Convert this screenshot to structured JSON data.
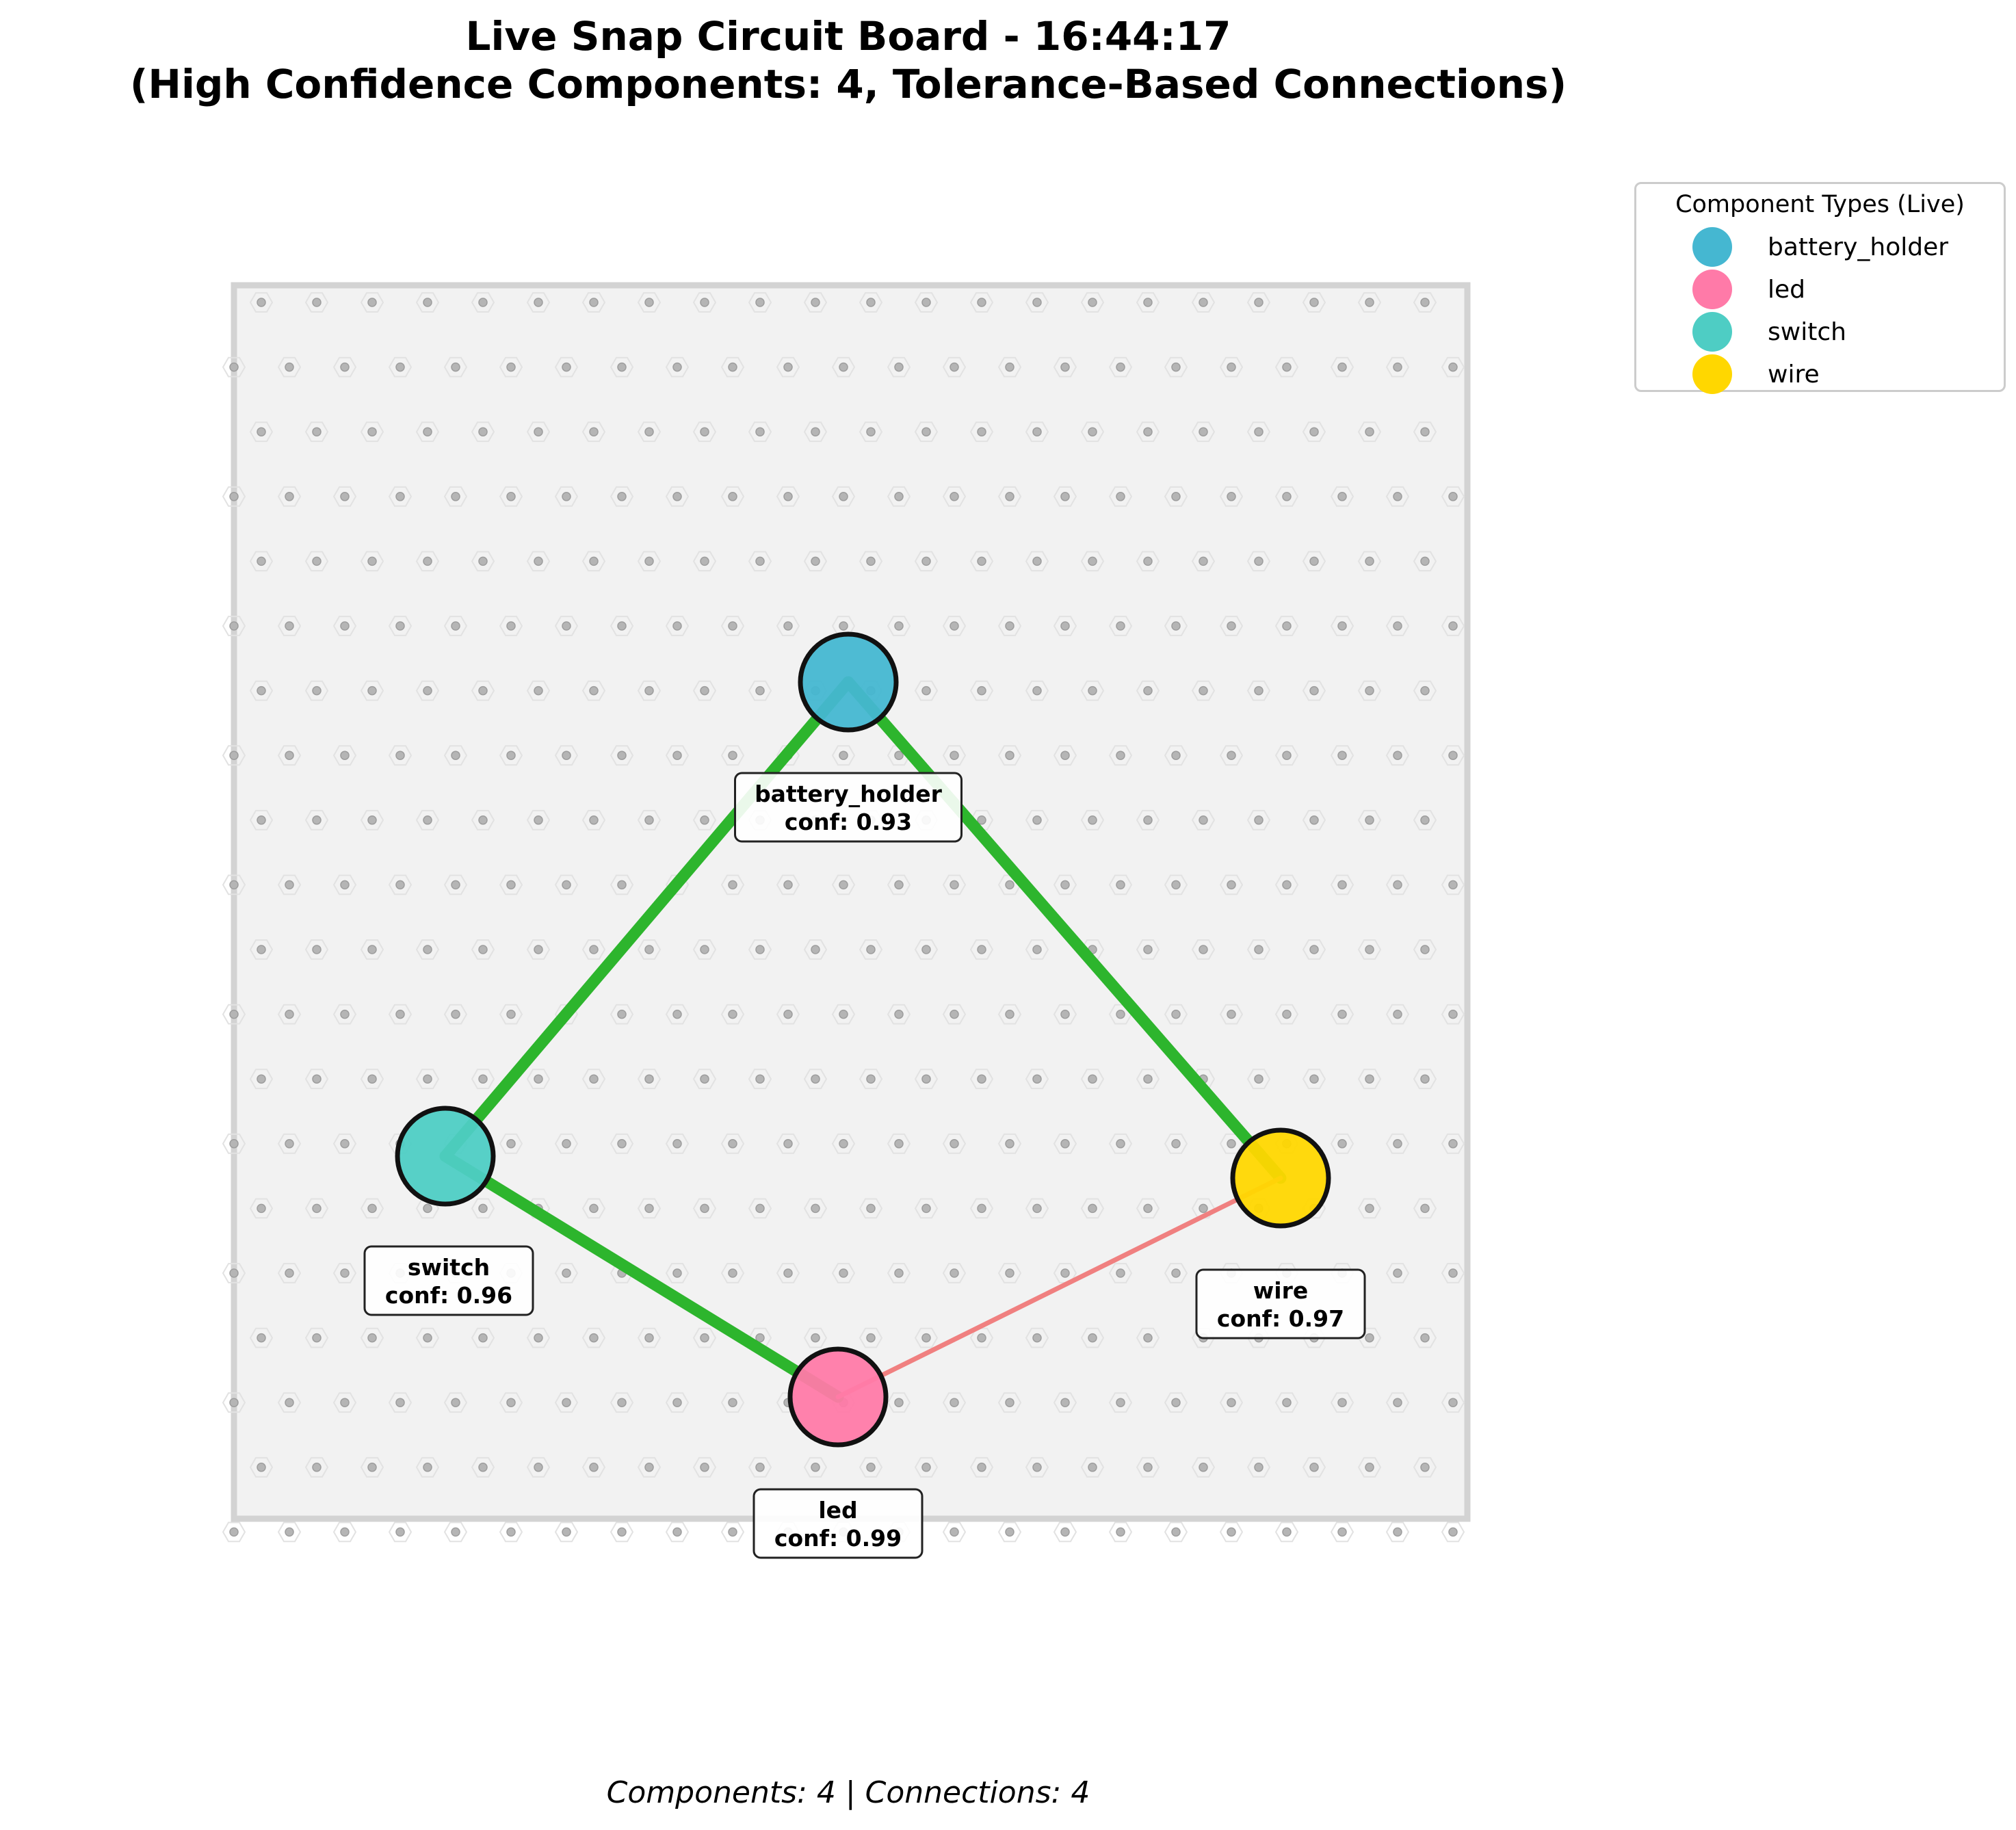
{
  "title": {
    "line1": "Live Snap Circuit Board - 16:44:17",
    "line2": "(High Confidence Components: 4, Tolerance-Based Connections)"
  },
  "footer": "Components: 4 | Connections: 4",
  "legend": {
    "title": "Component Types (Live)",
    "items": [
      {
        "label": "battery_holder",
        "color": "#45B7D1"
      },
      {
        "label": "led",
        "color": "#FF7AA8"
      },
      {
        "label": "switch",
        "color": "#4ECDC4"
      },
      {
        "label": "wire",
        "color": "#FFD700"
      }
    ]
  },
  "components": [
    {
      "id": "battery_holder",
      "name": "battery_holder",
      "conf": "conf: 0.93",
      "color": "#45B7D1"
    },
    {
      "id": "switch",
      "name": "switch",
      "conf": "conf: 0.96",
      "color": "#4ECDC4"
    },
    {
      "id": "led",
      "name": "led",
      "conf": "conf: 0.99",
      "color": "#FF7AA8"
    },
    {
      "id": "wire",
      "name": "wire",
      "conf": "conf: 0.97",
      "color": "#FFD700"
    }
  ],
  "connections": [
    {
      "from": "battery_holder",
      "to": "switch",
      "status": "good",
      "color": "#2DB52D"
    },
    {
      "from": "battery_holder",
      "to": "wire",
      "status": "good",
      "color": "#2DB52D"
    },
    {
      "from": "switch",
      "to": "led",
      "status": "good",
      "color": "#2DB52D"
    },
    {
      "from": "led",
      "to": "wire",
      "status": "weak",
      "color": "#F08080"
    }
  ],
  "board_color": "#F2F2F2",
  "board_border_color": "#D3D3D3"
}
